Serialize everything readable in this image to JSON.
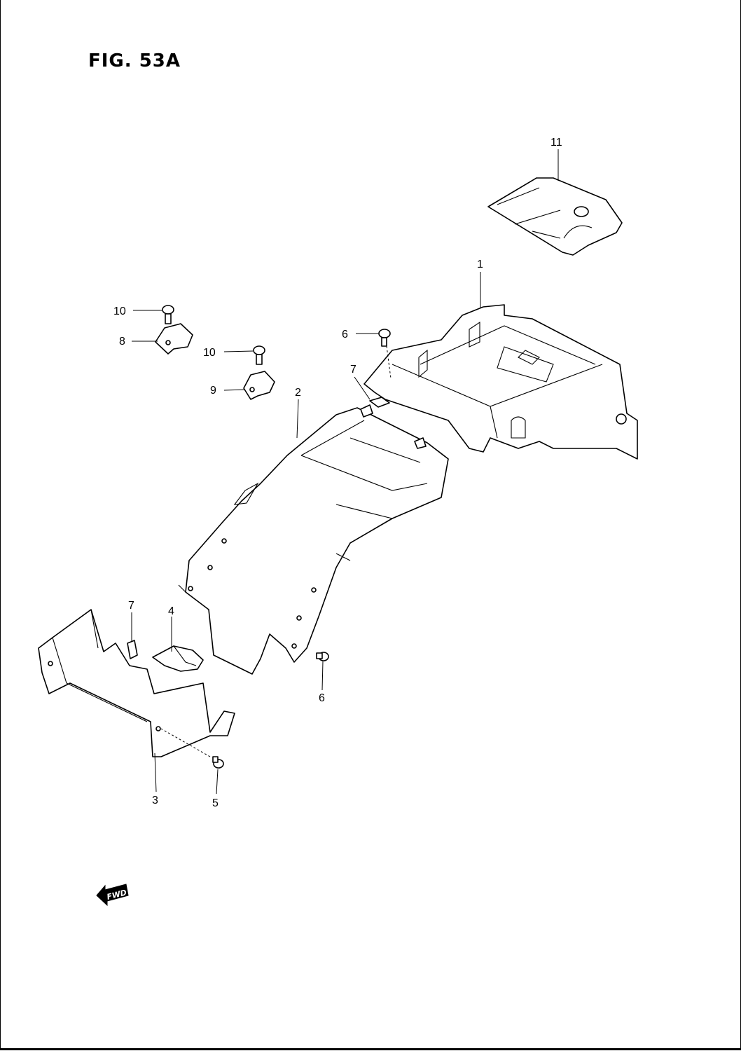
{
  "figure": {
    "title": "FIG. 53A"
  },
  "callouts": {
    "c1": "1",
    "c2": "2",
    "c3": "3",
    "c4": "4",
    "c5": "5",
    "c6a": "6",
    "c6b": "6",
    "c7a": "7",
    "c7b": "7",
    "c8": "8",
    "c9": "9",
    "c10a": "10",
    "c10b": "10",
    "c11": "11"
  },
  "direction_badge": {
    "label": "FWD",
    "icon": "forward-arrow-icon"
  }
}
